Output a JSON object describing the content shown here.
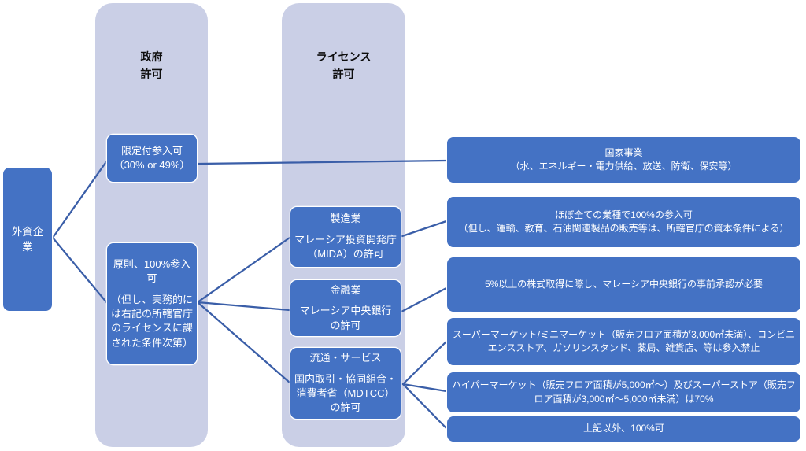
{
  "diagram": {
    "columns": {
      "government": {
        "title": "政府\n許可"
      },
      "license": {
        "title": "ライセンス\n許可"
      }
    },
    "nodes": {
      "foreign_company": {
        "label": "外資企業"
      },
      "limited_entry": {
        "title": "限定付参入可",
        "subtitle": "（30% or 49%）"
      },
      "principle_100": {
        "title": "原則、100%参入可",
        "subtitle": "（但し、実務的に\nは右記の所轄官庁\nのライセンスに課\nされた条件次第）"
      },
      "manufacturing": {
        "title": "製造業",
        "subtitle": "マレーシア投資開発庁\n（MIDA）の許可"
      },
      "finance": {
        "title": "金融業",
        "subtitle": "マレーシア中央銀行\nの許可"
      },
      "distribution": {
        "title": "流通・サービス",
        "subtitle": "国内取引・協同組合・\n消費者省（MDTCC）\nの許可"
      },
      "national_business": {
        "title": "国家事業",
        "subtitle": "（水、エネルギー・電力供給、放送、防衛、保安等）"
      },
      "almost_all_100": {
        "title": "ほぼ全ての業種で100%の参入可",
        "subtitle": "（但し、運輸、教育、石油関連製品の販売等は、所轄官庁の資本条件による）"
      },
      "central_bank_approval": {
        "label": "5%以上の株式取得に際し、マレーシア中央銀行の事前承認が必要"
      },
      "supermarket_ban": {
        "label": "スーパーマーケット/ミニマーケット（販売フロア面積が3,000㎡未満）、コンビニ\nエンスストア、ガソリンスタンド、薬局、雑貨店、等は参入禁止"
      },
      "hypermarket_70": {
        "label": "ハイパーマーケット（販売フロア面積が5,000㎡～）及びスーパーストア（販売フ\nロア面積が3,000㎡～5,000㎡未満）は70%"
      },
      "others_100": {
        "label": "上記以外、100%可"
      }
    },
    "colors": {
      "background": "#FFFFFF",
      "node_fill": "#4472C4",
      "node_border": "#FFFFFF",
      "node_text": "#FFFFFF",
      "column_fill": "#CACFE6",
      "connector": "#3A5EA8",
      "header_text": "#0D0D0D"
    }
  }
}
